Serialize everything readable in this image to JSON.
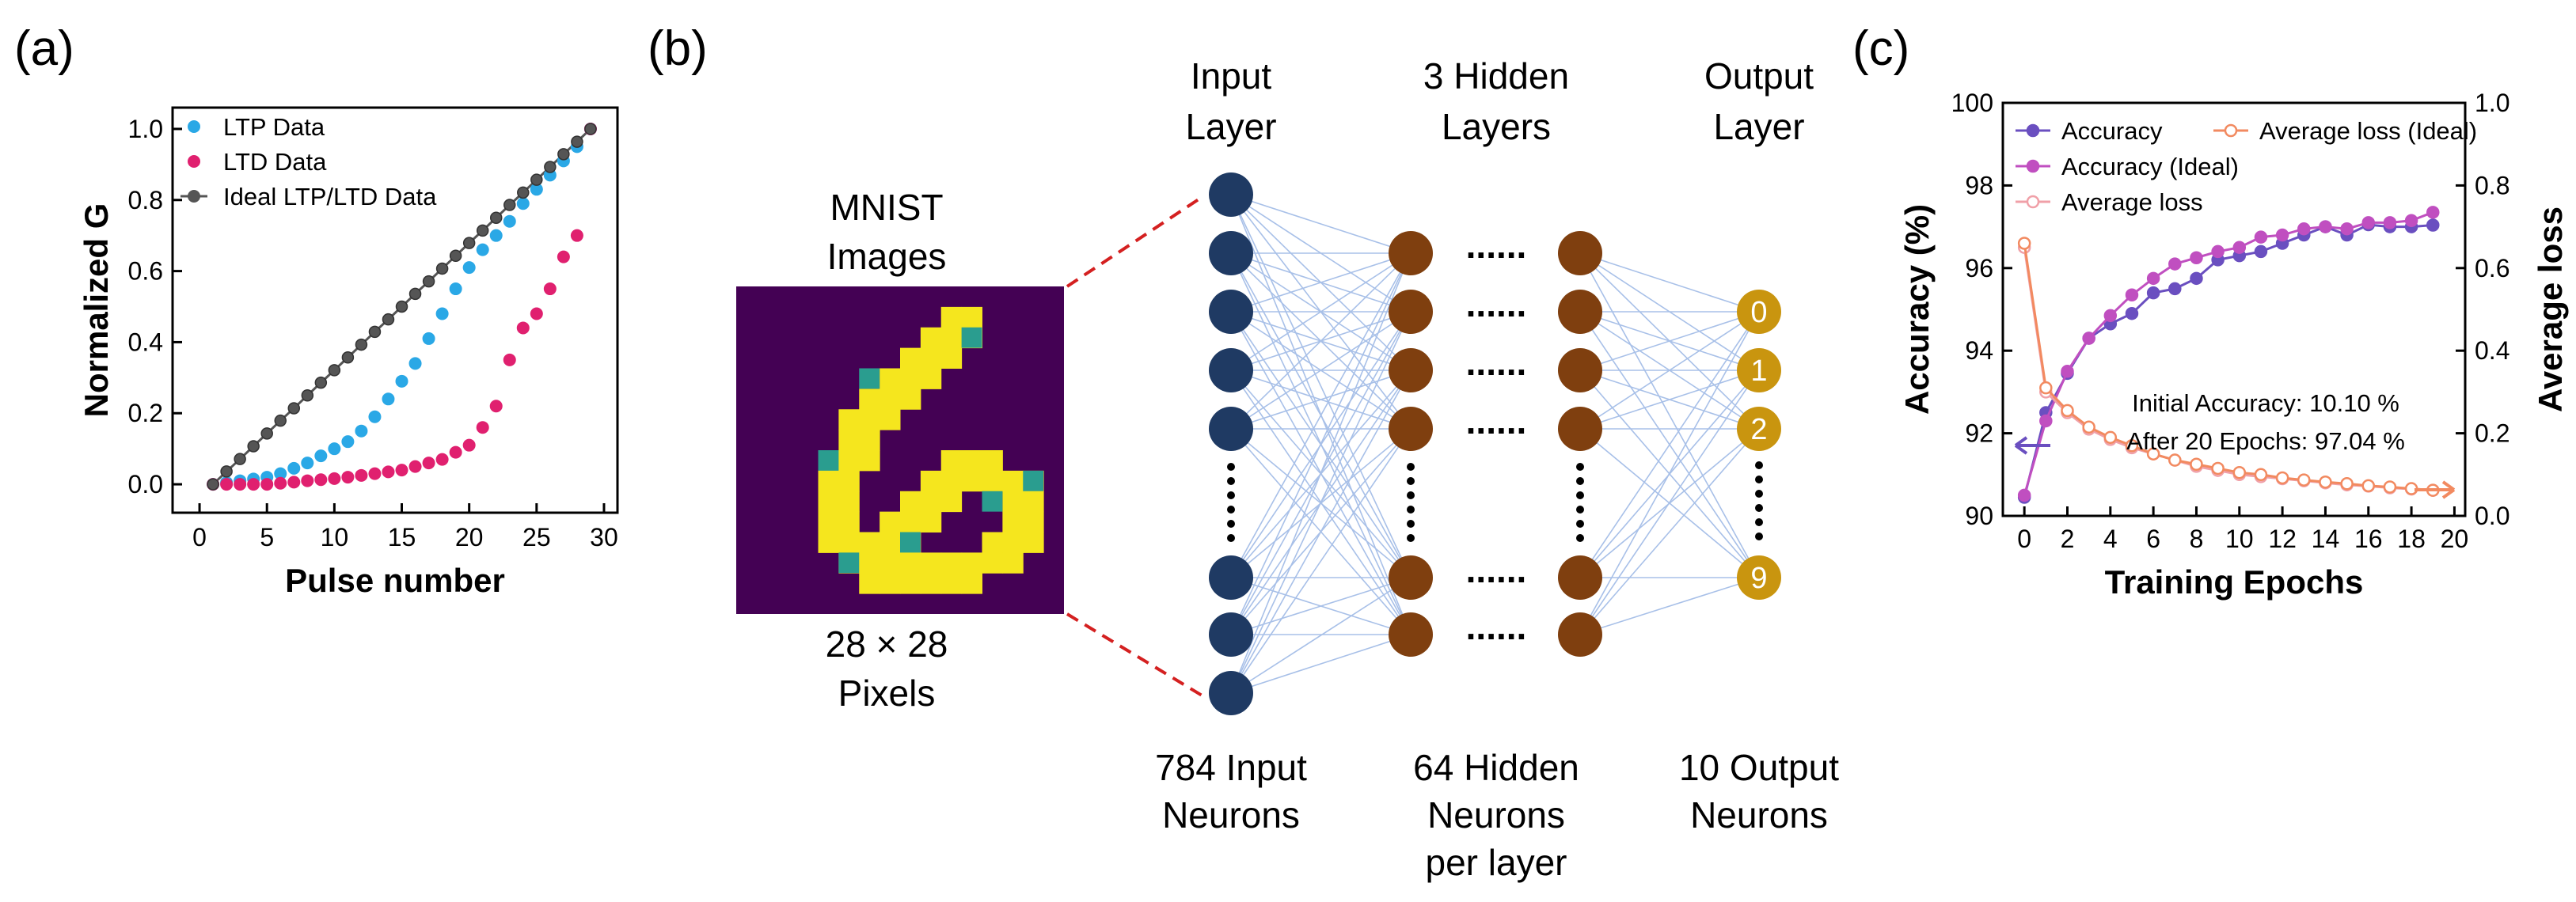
{
  "panel_labels": {
    "a": "(a)",
    "b": "(b)",
    "c": "(c)"
  },
  "colors": {
    "ltp": "#2aa8e6",
    "ltd": "#e0206f",
    "ideal": "#555555",
    "acc": "#6a4fc0",
    "acc_ideal": "#c04fc0",
    "loss": "#f0a0a8",
    "loss_ideal": "#f28a60",
    "input_node": "#1f3a63",
    "hidden_node": "#7f3f0f",
    "output_node": "#c9950f",
    "mnist_bg": "#440154",
    "mnist_fg": "#f5e61e"
  },
  "network": {
    "mnist_title": [
      "MNIST",
      "Images"
    ],
    "pixels_label": [
      "28 × 28",
      "Pixels"
    ],
    "input_title": [
      "Input",
      "Layer"
    ],
    "hidden_title": [
      "3 Hidden",
      "Layers"
    ],
    "output_title": [
      "Output",
      "Layer"
    ],
    "input_caption": [
      "784 Input",
      "Neurons"
    ],
    "hidden_caption": [
      "64 Hidden",
      "Neurons",
      "per layer"
    ],
    "output_caption": [
      "10 Output",
      "Neurons"
    ],
    "output_digits": [
      "0",
      "1",
      "2",
      "9"
    ],
    "dots": "......"
  },
  "chart_data": [
    {
      "type": "scatter",
      "xlabel": "Pulse number",
      "ylabel": "Normalized G",
      "xlim": [
        -2,
        31
      ],
      "ylim": [
        -0.08,
        1.06
      ],
      "xticks": [
        "0",
        "5",
        "10",
        "15",
        "20",
        "25",
        "30"
      ],
      "yticks": [
        "0.0",
        "0.2",
        "0.4",
        "0.6",
        "0.8",
        "1.0"
      ],
      "legend_position": "top-left",
      "series": [
        {
          "name": "LTP Data",
          "x": [
            1,
            2,
            3,
            4,
            5,
            6,
            7,
            8,
            9,
            10,
            11,
            12,
            13,
            14,
            15,
            16,
            17,
            18,
            19,
            20,
            21,
            22,
            23,
            24,
            25,
            26,
            27,
            28,
            29
          ],
          "y": [
            0.0,
            0.005,
            0.01,
            0.015,
            0.02,
            0.03,
            0.045,
            0.06,
            0.08,
            0.1,
            0.12,
            0.15,
            0.19,
            0.24,
            0.29,
            0.34,
            0.41,
            0.48,
            0.55,
            0.61,
            0.66,
            0.7,
            0.74,
            0.79,
            0.83,
            0.87,
            0.91,
            0.95,
            1.0
          ]
        },
        {
          "name": "LTD Data",
          "x": [
            1,
            2,
            3,
            4,
            5,
            6,
            7,
            8,
            9,
            10,
            11,
            12,
            13,
            14,
            15,
            16,
            17,
            18,
            19,
            20,
            21,
            22,
            23,
            24,
            25,
            26,
            27,
            28,
            29
          ],
          "y": [
            0.0,
            0.0,
            0.0,
            0.0,
            0.0,
            0.003,
            0.006,
            0.01,
            0.013,
            0.016,
            0.02,
            0.025,
            0.03,
            0.035,
            0.04,
            0.05,
            0.06,
            0.07,
            0.09,
            0.11,
            0.16,
            0.22,
            0.35,
            0.44,
            0.48,
            0.55,
            0.64,
            0.7,
            1.0
          ]
        },
        {
          "name": "Ideal LTP/LTD Data",
          "x": [
            1,
            2,
            3,
            4,
            5,
            6,
            7,
            8,
            9,
            10,
            11,
            12,
            13,
            14,
            15,
            16,
            17,
            18,
            19,
            20,
            21,
            22,
            23,
            24,
            25,
            26,
            27,
            28,
            29
          ],
          "y": [
            0.0,
            0.036,
            0.071,
            0.107,
            0.143,
            0.179,
            0.214,
            0.25,
            0.286,
            0.321,
            0.357,
            0.393,
            0.429,
            0.464,
            0.5,
            0.536,
            0.571,
            0.607,
            0.643,
            0.679,
            0.714,
            0.75,
            0.786,
            0.821,
            0.857,
            0.893,
            0.929,
            0.964,
            1.0
          ]
        }
      ]
    },
    {
      "type": "line",
      "xlabel": "Training Epochs",
      "ylabel": "Accuracy (%)",
      "y2label": "Average loss",
      "xlim": [
        -1,
        20.5
      ],
      "ylim": [
        90,
        100
      ],
      "y2lim": [
        0,
        1
      ],
      "xticks": [
        "0",
        "2",
        "4",
        "6",
        "8",
        "10",
        "12",
        "14",
        "16",
        "18",
        "20"
      ],
      "yticks": [
        "90",
        "92",
        "94",
        "96",
        "98",
        "100"
      ],
      "y2ticks": [
        "0.0",
        "0.2",
        "0.4",
        "0.6",
        "0.8",
        "1.0"
      ],
      "legend_position": "top",
      "annotations": [
        "Initial Accuracy: 10.10 %",
        "After 20 Epochs: 97.04 %"
      ],
      "series": [
        {
          "name": "Accuracy",
          "axis": "left",
          "x": [
            0,
            1,
            2,
            3,
            4,
            5,
            6,
            7,
            8,
            9,
            10,
            11,
            12,
            13,
            14,
            15,
            16,
            17,
            18,
            19
          ],
          "y": [
            90.45,
            92.5,
            93.45,
            94.3,
            94.65,
            94.9,
            95.4,
            95.5,
            95.75,
            96.2,
            96.3,
            96.4,
            96.6,
            96.8,
            97.0,
            96.8,
            97.05,
            97.0,
            97.0,
            97.04
          ]
        },
        {
          "name": "Accuracy (Ideal)",
          "axis": "left",
          "x": [
            0,
            1,
            2,
            3,
            4,
            5,
            6,
            7,
            8,
            9,
            10,
            11,
            12,
            13,
            14,
            15,
            16,
            17,
            18,
            19
          ],
          "y": [
            90.5,
            92.3,
            93.5,
            94.3,
            94.85,
            95.35,
            95.75,
            96.1,
            96.25,
            96.4,
            96.5,
            96.75,
            96.8,
            96.95,
            97.0,
            96.95,
            97.1,
            97.1,
            97.15,
            97.35
          ]
        },
        {
          "name": "Average loss",
          "axis": "right",
          "x": [
            0,
            1,
            2,
            3,
            4,
            5,
            6,
            7,
            8,
            9,
            10,
            11,
            12,
            13,
            14,
            15,
            16,
            17,
            18,
            19
          ],
          "y": [
            0.65,
            0.3,
            0.25,
            0.21,
            0.185,
            0.165,
            0.15,
            0.135,
            0.12,
            0.11,
            0.1,
            0.095,
            0.09,
            0.085,
            0.08,
            0.075,
            0.072,
            0.068,
            0.065,
            0.062
          ]
        },
        {
          "name": "Average loss (Ideal)",
          "axis": "right",
          "x": [
            0,
            1,
            2,
            3,
            4,
            5,
            6,
            7,
            8,
            9,
            10,
            11,
            12,
            13,
            14,
            15,
            16,
            17,
            18,
            19
          ],
          "y": [
            0.66,
            0.31,
            0.255,
            0.215,
            0.19,
            0.17,
            0.15,
            0.135,
            0.125,
            0.115,
            0.105,
            0.1,
            0.092,
            0.087,
            0.082,
            0.078,
            0.073,
            0.07,
            0.066,
            0.062
          ]
        }
      ]
    }
  ]
}
